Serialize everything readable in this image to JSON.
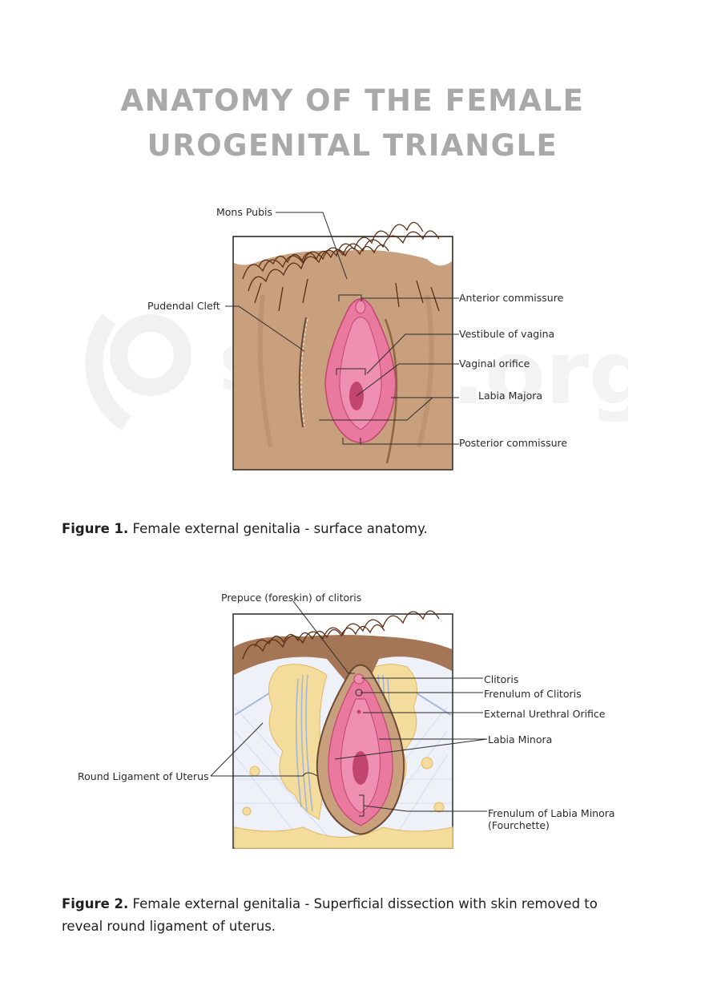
{
  "page": {
    "title_line1": "ANATOMY OF THE FEMALE",
    "title_line2": "UROGENITAL TRIANGLE"
  },
  "watermark": {
    "text": "osmosis.org",
    "color": "#f2f2f2"
  },
  "figure1": {
    "labels": {
      "mons_pubis": "Mons Pubis",
      "pudendal_cleft": "Pudendal Cleft",
      "anterior_commissure": "Anterior commissure",
      "vestibule_of_vagina": "Vestibule of vagina",
      "vaginal_orifice": "Vaginal orifice",
      "labia_majora": "Labia Majora",
      "posterior_commissure": "Posterior commissure"
    },
    "caption_bold": "Figure 1.",
    "caption_text": " Female external genitalia - surface anatomy."
  },
  "figure2": {
    "labels": {
      "prepuce": "Prepuce (foreskin) of clitoris",
      "clitoris": "Clitoris",
      "frenulum_clitoris": "Frenulum of Clitoris",
      "external_urethral_orifice": "External Urethral Orifice",
      "labia_minora": "Labia Minora",
      "round_ligament": "Round Ligament of Uterus",
      "frenulum_labia_minora_line1": "Frenulum of Labia Minora",
      "frenulum_labia_minora_line2": "(Fourchette)"
    },
    "caption_bold": "Figure 2.",
    "caption_text": " Female external genitalia - Superficial dissection with skin removed to reveal round ligament of uterus."
  },
  "colors": {
    "title": "#a9a9a9",
    "skin": "#c9a07e",
    "skin_dark": "#a97e5c",
    "hair": "#5b2e14",
    "pink": "#e9799f",
    "pink_dark": "#c2456f",
    "fat": "#f3dc9c",
    "fascia": "#e6ecf6",
    "ligament": "#b9c9e6"
  }
}
